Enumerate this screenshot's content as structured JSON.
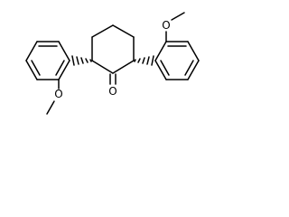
{
  "molecule": {
    "atoms": {
      "carbonyl_oxygen": "O",
      "methoxy_oxygen_left": "O",
      "methoxy_oxygen_right": "O"
    }
  }
}
